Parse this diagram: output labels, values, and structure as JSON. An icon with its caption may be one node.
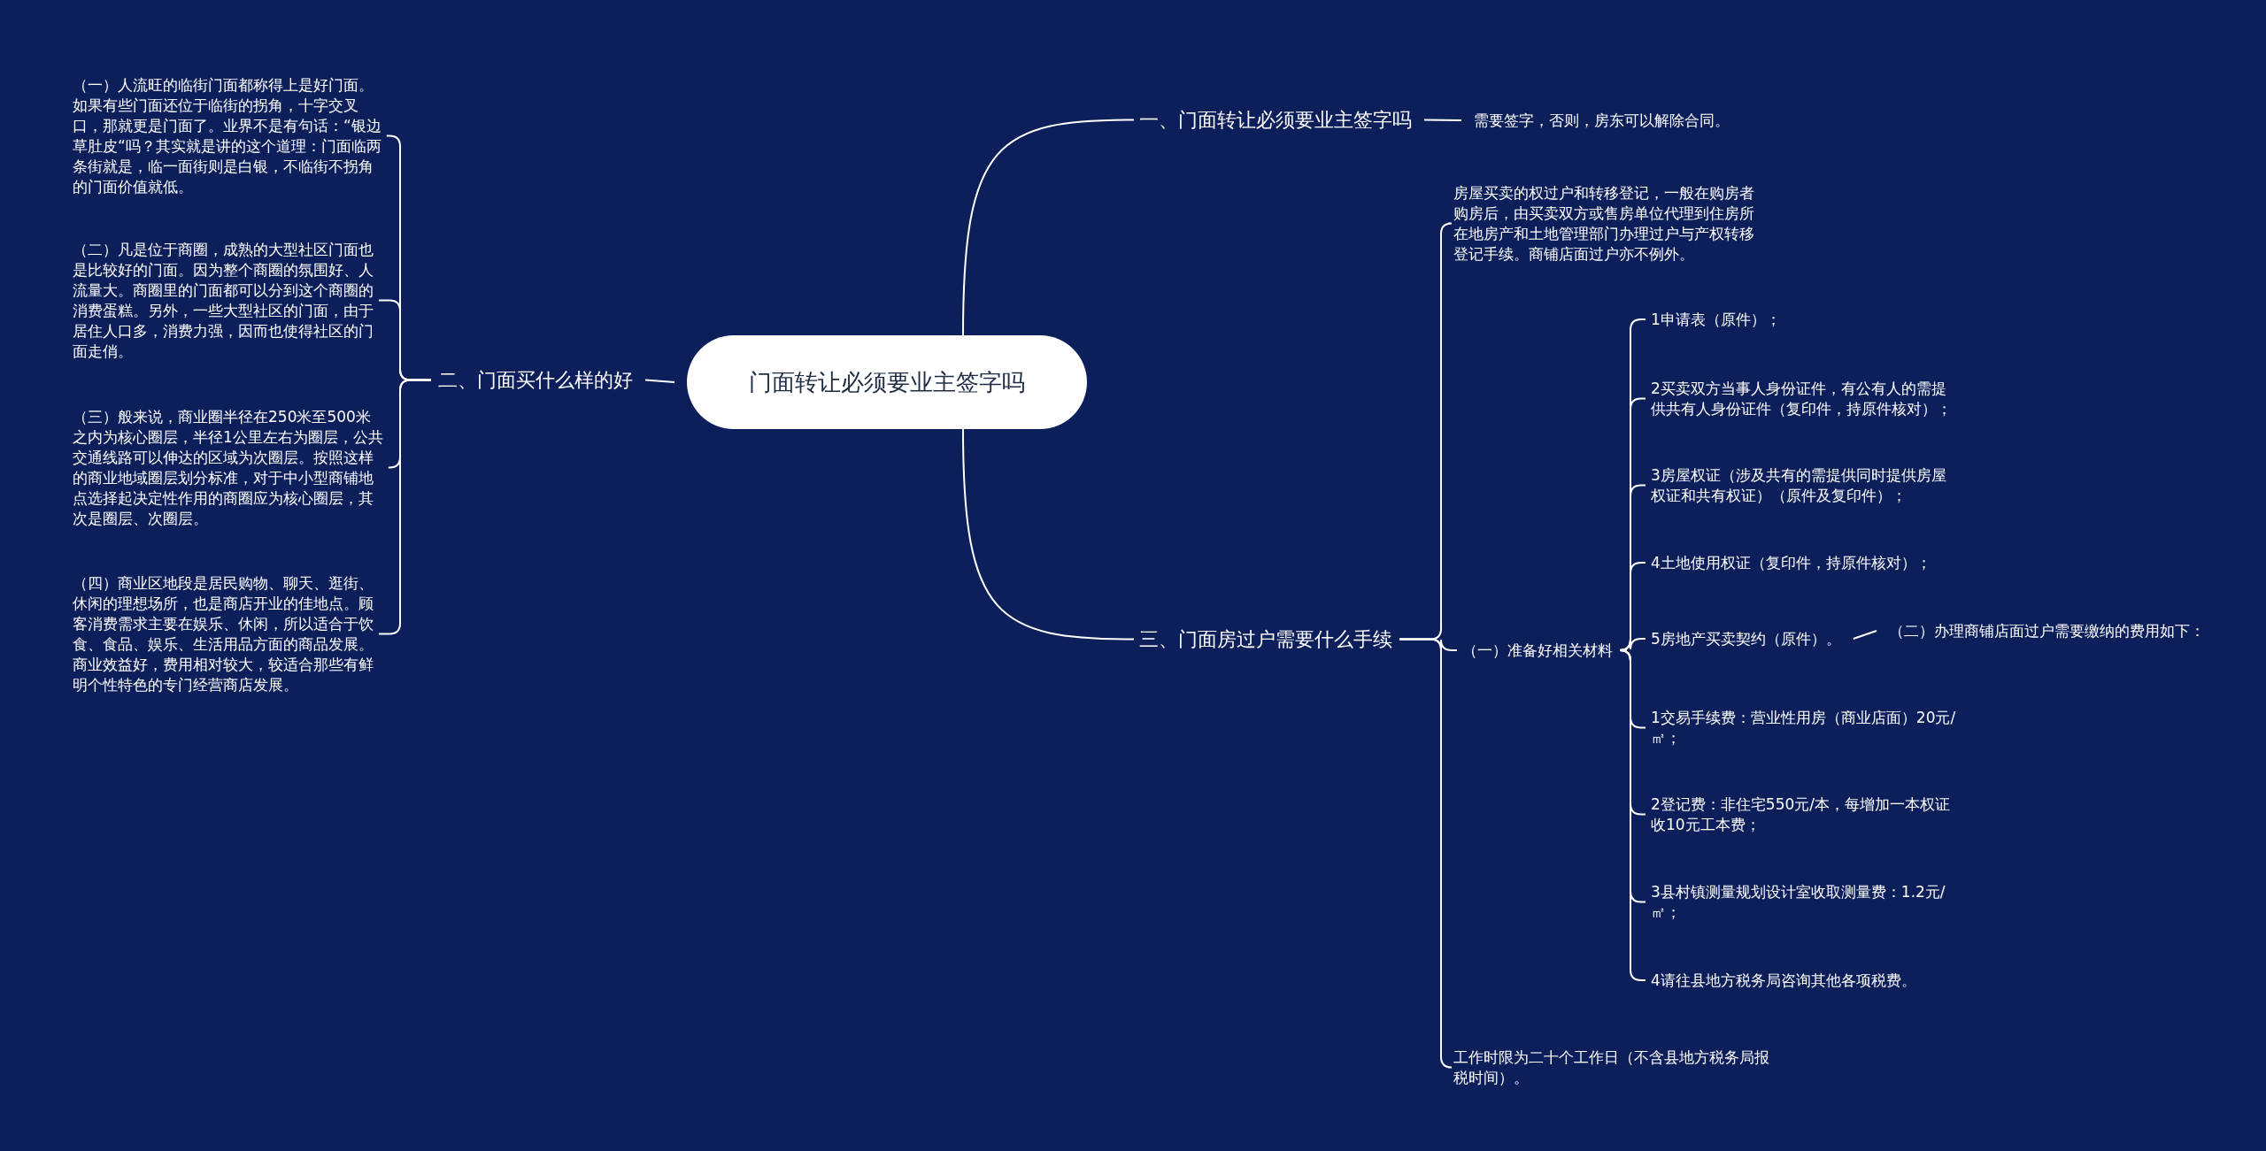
{
  "diagram": {
    "nodes": [
      {
        "text": [
          "门面转让必须要业主签字吗"
        ]
      },
      {
        "text": [
          "一、门面转让必须要业主签字吗"
        ]
      },
      {
        "text": [
          "需要签字，否则，房东可以解除合同。"
        ]
      },
      {
        "text": [
          "二、门面买什么样的好"
        ]
      },
      {
        "text": [
          "（一）人流旺的临街门面都称得上是好门面。如果有些门面还位于临街的拐角，十字交叉口，那就更是门面了。业界不是有句话：“银边草肚皮“吗？其实就是讲的这个道理：门面临两条街就是，临一面街则是白银，不临街不拐角的门面价值就低。"
        ]
      },
      {
        "text": [
          "（二）凡是位于商圈，成熟的大型社区门面也是比较好的门面。因为整个商圈的氛围好、人流量大。商圈里的门面都可以分到这个商圈的消费蛋糕。另外，一些大型社区的门面，由于居住人口多，消费力强，因而也使得社区的门面走俏。"
        ]
      },
      {
        "text": [
          "（三）般来说，商业圈半径在250米至500米之内为核心圈层，半径1公里左右为圈层，公共交通线路可以伸达的区域为次圈层。按照这样的商业地域圈层划分标准，对于中小型商铺地点选择起决定性作用的商圈应为核心圈层，其次是圈层、次圈层。"
        ]
      },
      {
        "text": [
          "（四）商业区地段是居民购物、聊天、逛街、休闲的理想场所，也是商店开业的佳地点。顾客消费需求主要在娱乐、休闲，所以适合于饮食、食品、娱乐、生活用品方面的商品发展。商业效益好，费用相对较大，较适合那些有鲜明个性特色的专门经营商店发展。"
        ]
      },
      {
        "text": [
          "三、门面房过户需要什么手续"
        ]
      },
      {
        "text": [
          "房屋买卖的权过户和转移登记，一般在购房者购房后，由买卖双方或售房单位代理到住房所在地房产和土地管理部门办理过户与产权转移登记手续。商铺店面过户亦不例外。"
        ]
      },
      {
        "text": [
          "（一）准备好相关材料"
        ]
      },
      {
        "text": [
          "1申请表（原件）；"
        ]
      },
      {
        "text": [
          "2买卖双方当事人身份证件，有公有人的需提供共有人身份证件（复印件，持原件核对）；"
        ]
      },
      {
        "text": [
          "3房屋权证（涉及共有的需提供同时提供房屋权证和共有权证）（原件及复印件）；"
        ]
      },
      {
        "text": [
          "4土地使用权证（复印件，持原件核对）；"
        ]
      },
      {
        "text": [
          "5房地产买卖契约（原件）。"
        ]
      },
      {
        "text": [
          "（二）办理商铺店面过户需要缴纳的费用如下："
        ]
      },
      {
        "text": [
          "1交易手续费：营业性用房（商业店面）20元/㎡；"
        ]
      },
      {
        "text": [
          "2登记费：非住宅550元/本，每增加一本权证收10元工本费；"
        ]
      },
      {
        "text": [
          "3县村镇测量规划设计室收取测量费：1.2元/㎡；"
        ]
      },
      {
        "text": [
          "4请往县地方税务局咨询其他各项税费。"
        ]
      },
      {
        "text": [
          "工作时限为二十个工作日（不含县地方税务局报税时间）。"
        ]
      }
    ],
    "edges": [
      {
        "from": 0,
        "to": 1,
        "arrow": "none"
      },
      {
        "from": 1,
        "to": 2,
        "arrow": "none"
      },
      {
        "from": 0,
        "to": 3,
        "arrow": "none"
      },
      {
        "from": 3,
        "to": 4,
        "arrow": "none"
      },
      {
        "from": 3,
        "to": 5,
        "arrow": "none"
      },
      {
        "from": 3,
        "to": 6,
        "arrow": "none"
      },
      {
        "from": 3,
        "to": 7,
        "arrow": "none"
      },
      {
        "from": 0,
        "to": 8,
        "arrow": "none"
      },
      {
        "from": 8,
        "to": 9,
        "arrow": "none"
      },
      {
        "from": 8,
        "to": 10,
        "arrow": "none"
      },
      {
        "from": 8,
        "to": 21,
        "arrow": "none"
      },
      {
        "from": 10,
        "to": 11,
        "arrow": "none"
      },
      {
        "from": 10,
        "to": 12,
        "arrow": "none"
      },
      {
        "from": 10,
        "to": 13,
        "arrow": "none"
      },
      {
        "from": 10,
        "to": 14,
        "arrow": "none"
      },
      {
        "from": 10,
        "to": 15,
        "arrow": "none"
      },
      {
        "from": 15,
        "to": 16,
        "arrow": "none"
      },
      {
        "from": 10,
        "to": 17,
        "arrow": "none"
      },
      {
        "from": 10,
        "to": 18,
        "arrow": "none"
      },
      {
        "from": 10,
        "to": 19,
        "arrow": "none"
      },
      {
        "from": 10,
        "to": 20,
        "arrow": "none"
      }
    ]
  }
}
